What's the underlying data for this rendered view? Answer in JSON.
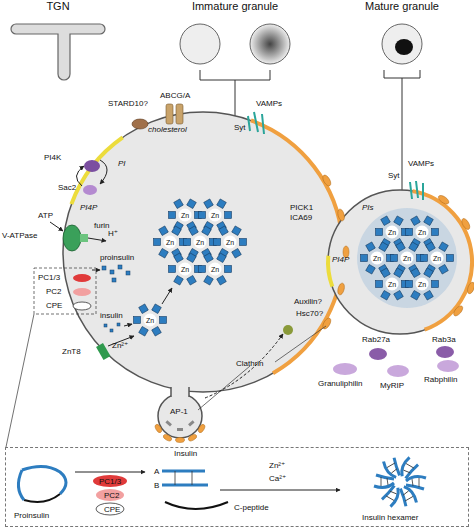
{
  "diagram": {
    "nodes": [
      {
        "text": [
          "TGN"
        ]
      },
      {
        "text": [
          "Immature granule"
        ]
      },
      {
        "text": [
          "Mature granule"
        ]
      },
      {
        "text": [
          "Proinsulin",
          "PC1/3",
          "PC2",
          "CPE",
          "Insulin",
          "A",
          "B",
          "Zn²⁺",
          "Ca²⁺",
          "C-peptide",
          "Insulin hexamer"
        ]
      }
    ],
    "labels": [
      "STARD10?",
      "ABCG/A",
      "cholesterol",
      "VAMPs",
      "Syt",
      "PI4K",
      "PI",
      "Sac2",
      "PI4P",
      "PICK1",
      "ICA69",
      "ATP",
      "V-ATPase",
      "furin",
      "H⁺",
      "proinsulin",
      "PC1/3",
      "PC2",
      "CPE",
      "insulin",
      "Zn",
      "Zn",
      "Zn",
      "Zn",
      "Zn",
      "Zn",
      "Zn",
      "Zn",
      "Zn²⁺",
      "ZnT8",
      "Auxilin?",
      "Hsc70?",
      "Clathrin",
      "AP-1",
      "PIs",
      "VAMPs",
      "Syt",
      "Zn",
      "Zn",
      "Zn",
      "Zn",
      "Zn",
      "Zn",
      "Zn",
      "PI4P",
      "Rab27a",
      "Rab3a",
      "Granuliphilin",
      "MyRIP",
      "Rabphilin"
    ]
  }
}
